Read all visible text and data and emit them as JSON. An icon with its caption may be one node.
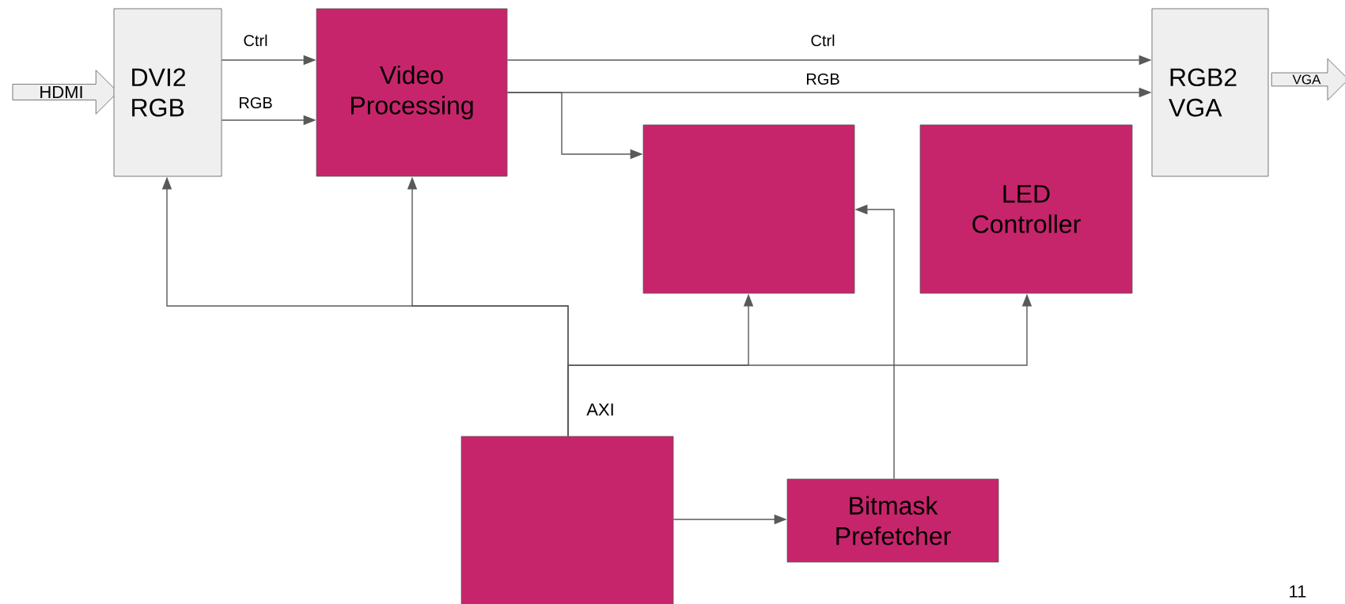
{
  "diagram": {
    "nodes": [
      {
        "text": [
          "HDMI"
        ]
      },
      {
        "text": [
          "DVI2 RGB"
        ]
      },
      {
        "text": [
          "Video Processing"
        ]
      },
      {
        "text": [
          "RGB2 VGA"
        ]
      },
      {
        "text": [
          "VGA"
        ]
      },
      {
        "text": [],
        "shape": "box"
      },
      {
        "text": [
          "LED Controller"
        ]
      },
      {
        "text": [],
        "shape": "box"
      },
      {
        "text": [
          "Bitmask Prefetcher"
        ]
      }
    ],
    "edges": [
      {
        "from": 1,
        "to": 2,
        "arrow": "to",
        "label": "Ctrl"
      },
      {
        "from": 1,
        "to": 2,
        "arrow": "to",
        "label": "RGB"
      },
      {
        "from": 2,
        "to": 3,
        "arrow": "to",
        "label": "Ctrl"
      },
      {
        "from": 2,
        "to": 3,
        "arrow": "to",
        "label": "RGB"
      },
      {
        "from": 2,
        "to": 5,
        "arrow": "to"
      },
      {
        "from": 7,
        "to": 1,
        "arrow": "to"
      },
      {
        "from": 7,
        "to": 2,
        "arrow": "to"
      },
      {
        "from": 7,
        "to": 5,
        "arrow": "to"
      },
      {
        "from": 7,
        "to": 6,
        "arrow": "to"
      },
      {
        "from": 7,
        "to": 8,
        "arrow": "to"
      },
      {
        "from": 8,
        "to": 5,
        "arrow": "to"
      }
    ],
    "labels": [
      "AXI",
      "11"
    ]
  }
}
